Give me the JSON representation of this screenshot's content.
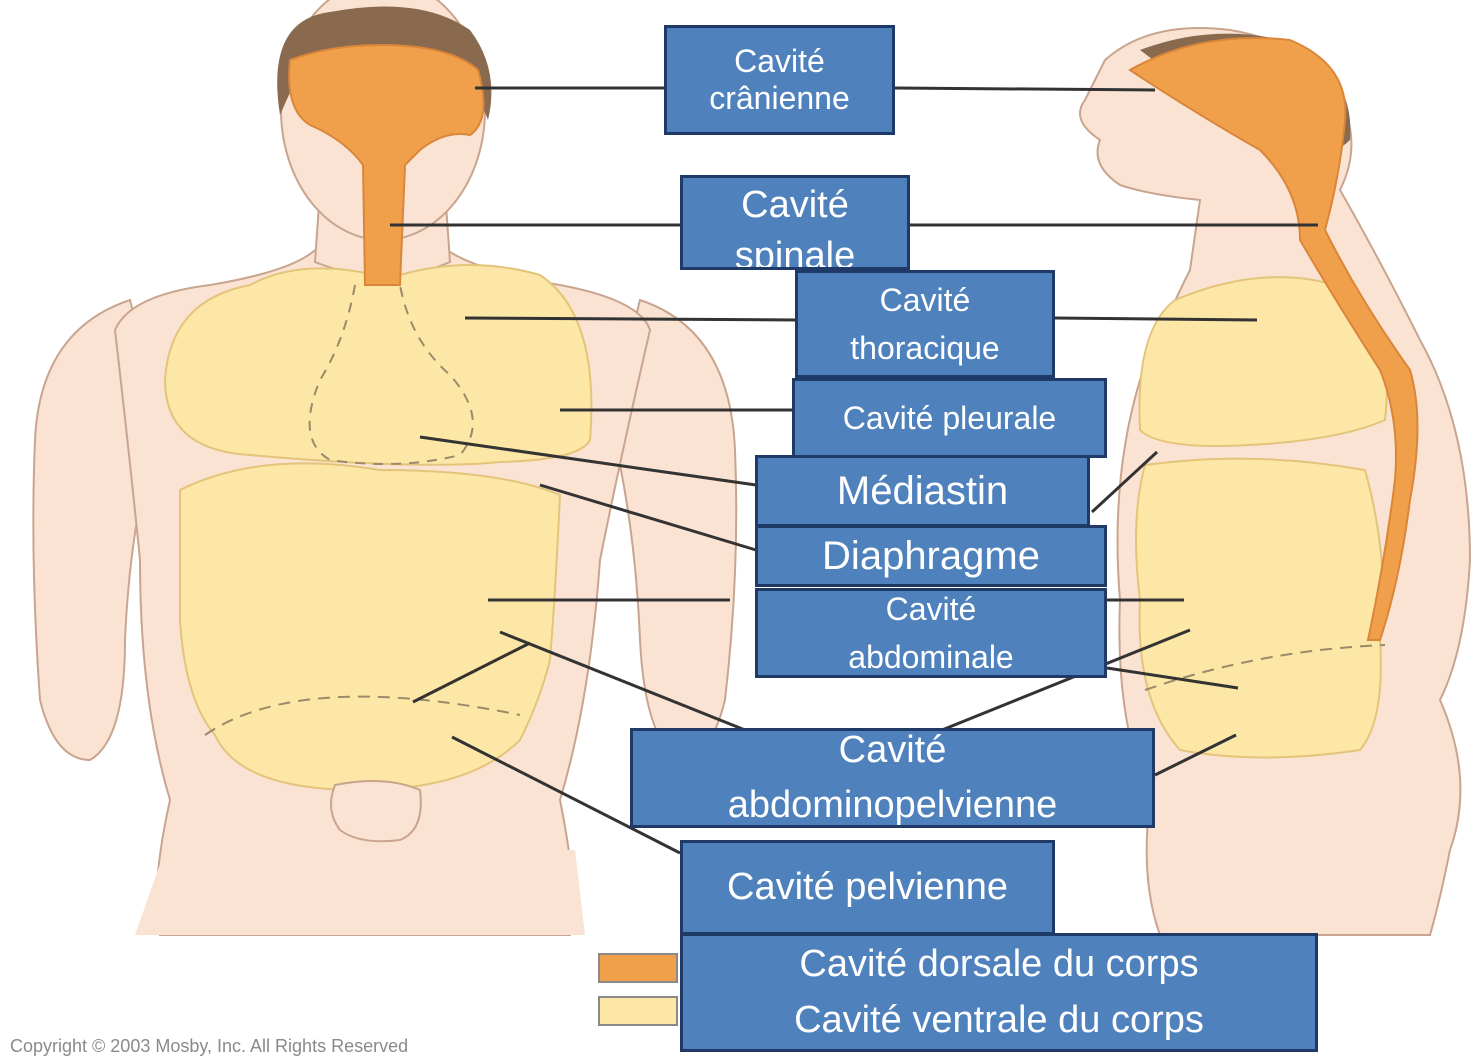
{
  "labels": {
    "cranial": [
      "Cavité",
      "crânienne"
    ],
    "spinal": [
      "Cavité",
      "spinale"
    ],
    "thoracic": [
      "Cavité",
      "thoracique"
    ],
    "pleural": "Cavité pleurale",
    "mediastinum": "Médiastin",
    "diaphragm": "Diaphragme",
    "abdominal": [
      "Cavité",
      "abdominale"
    ],
    "abdominopelvic": [
      "Cavité",
      "abdominopelvienne"
    ],
    "pelvic": "Cavité pelvienne",
    "legend_dorsal": "Cavité dorsale du corps",
    "legend_ventral": "Cavité ventrale du corps"
  },
  "legend": {
    "dorsal_color": "#f0a04b",
    "ventral_color": "#fde7a6"
  },
  "colors": {
    "skin": "#fbe3d3",
    "skin_outline": "#c9a48e",
    "hair": "#8a6a4f",
    "dorsal": "#f0a04b",
    "ventral": "#fde7a6",
    "label_fill": "#4f81bd",
    "label_border": "#1f3a66"
  },
  "copyright": "Copyright © 2003 Mosby, Inc. All Rights Reserved"
}
